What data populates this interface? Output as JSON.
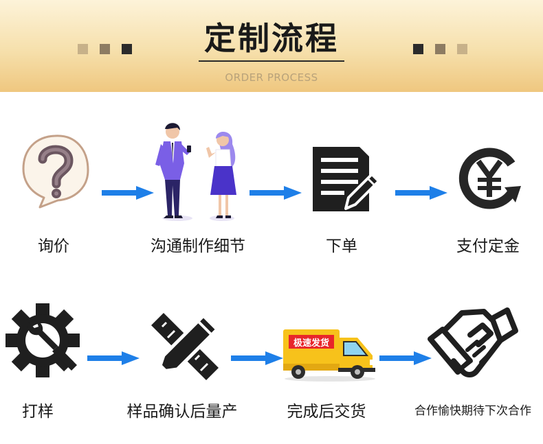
{
  "header": {
    "title": "定制流程",
    "subtitle": "ORDER PROCESS"
  },
  "steps": [
    {
      "label": "询价",
      "icon": "question-bubble-icon"
    },
    {
      "label": "沟通制作细节",
      "icon": "business-people-icon"
    },
    {
      "label": "下单",
      "icon": "document-pen-icon"
    },
    {
      "label": "支付定金",
      "icon": "yen-cycle-icon"
    },
    {
      "label": "打样",
      "icon": "gear-wrench-icon"
    },
    {
      "label": "样品确认后量产",
      "icon": "ruler-pencil-icon"
    },
    {
      "label": "完成后交货",
      "icon": "delivery-truck-icon"
    },
    {
      "label": "合作愉快期待下次合作",
      "icon": "handshake-icon"
    }
  ],
  "truck": {
    "sign": "极速发货"
  },
  "colors": {
    "arrow": "#1e7fe8",
    "banner_top": "#fdf3d9",
    "banner_bottom": "#efc77f",
    "truck_body": "#f7c21b",
    "truck_sign": "#e8262a",
    "figure_purple": "#6b45d9"
  }
}
